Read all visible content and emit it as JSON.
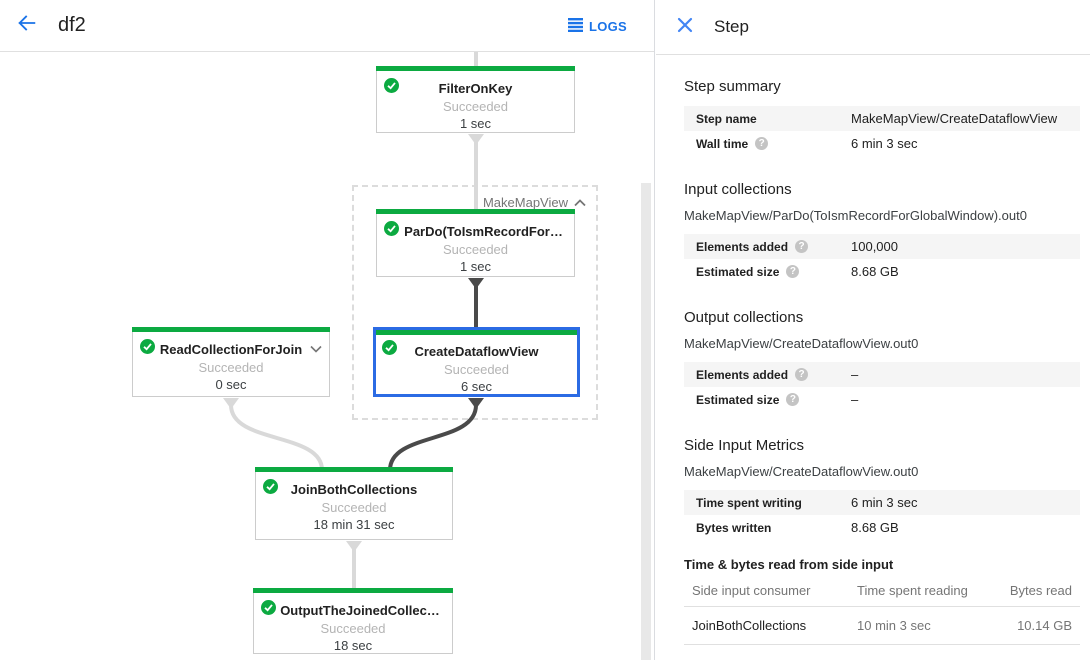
{
  "left_header": {
    "title": "df2",
    "logs_label": "LOGS"
  },
  "right_header": {
    "title": "Step"
  },
  "graph": {
    "group": {
      "label": "MakeMapView"
    },
    "nodes": {
      "filter_on_key": {
        "title": "FilterOnKey",
        "status": "Succeeded",
        "time": "1 sec"
      },
      "pardo_to_ism": {
        "title": "ParDo(ToIsmRecordFor…",
        "status": "Succeeded",
        "time": "1 sec"
      },
      "read_collection_for_join": {
        "title": "ReadCollectionForJoin",
        "status": "Succeeded",
        "time": "0 sec"
      },
      "create_dataflow_view": {
        "title": "CreateDataflowView",
        "status": "Succeeded",
        "time": "6 sec"
      },
      "join_both_collections": {
        "title": "JoinBothCollections",
        "status": "Succeeded",
        "time": "18 min 31 sec"
      },
      "output_the_joined": {
        "title": "OutputTheJoinedCollec…",
        "status": "Succeeded",
        "time": "18 sec"
      }
    }
  },
  "panel": {
    "step_summary": {
      "heading": "Step summary",
      "rows": [
        {
          "label": "Step name",
          "value": "MakeMapView/CreateDataflowView"
        },
        {
          "label": "Wall time",
          "value": "6 min 3 sec"
        }
      ]
    },
    "input_collections": {
      "heading": "Input collections",
      "subtitle": "MakeMapView/ParDo(ToIsmRecordForGlobalWindow).out0",
      "rows": [
        {
          "label": "Elements added",
          "value": "100,000"
        },
        {
          "label": "Estimated size",
          "value": "8.68 GB"
        }
      ]
    },
    "output_collections": {
      "heading": "Output collections",
      "subtitle": "MakeMapView/CreateDataflowView.out0",
      "rows": [
        {
          "label": "Elements added",
          "value": "–"
        },
        {
          "label": "Estimated size",
          "value": "–"
        }
      ]
    },
    "side_input_metrics": {
      "heading": "Side Input Metrics",
      "subtitle": "MakeMapView/CreateDataflowView.out0",
      "rows": [
        {
          "label": "Time spent writing",
          "value": "6 min 3 sec"
        },
        {
          "label": "Bytes written",
          "value": "8.68 GB"
        }
      ]
    },
    "side_input_table": {
      "heading": "Time & bytes read from side input",
      "columns": [
        "Side input consumer",
        "Time spent reading",
        "Bytes read"
      ],
      "rows": [
        {
          "consumer": "JoinBothCollections",
          "time": "10 min 3 sec",
          "bytes": "10.14 GB"
        }
      ]
    }
  },
  "icons": {
    "help": "?"
  },
  "colors": {
    "success_green": "#0caa41",
    "selected_blue": "#2b6be4",
    "accent_blue": "#1a73e8",
    "edge_light": "#d9d9d9",
    "edge_dark": "#4a4a4a",
    "striped_row": "#f5f5f5"
  }
}
